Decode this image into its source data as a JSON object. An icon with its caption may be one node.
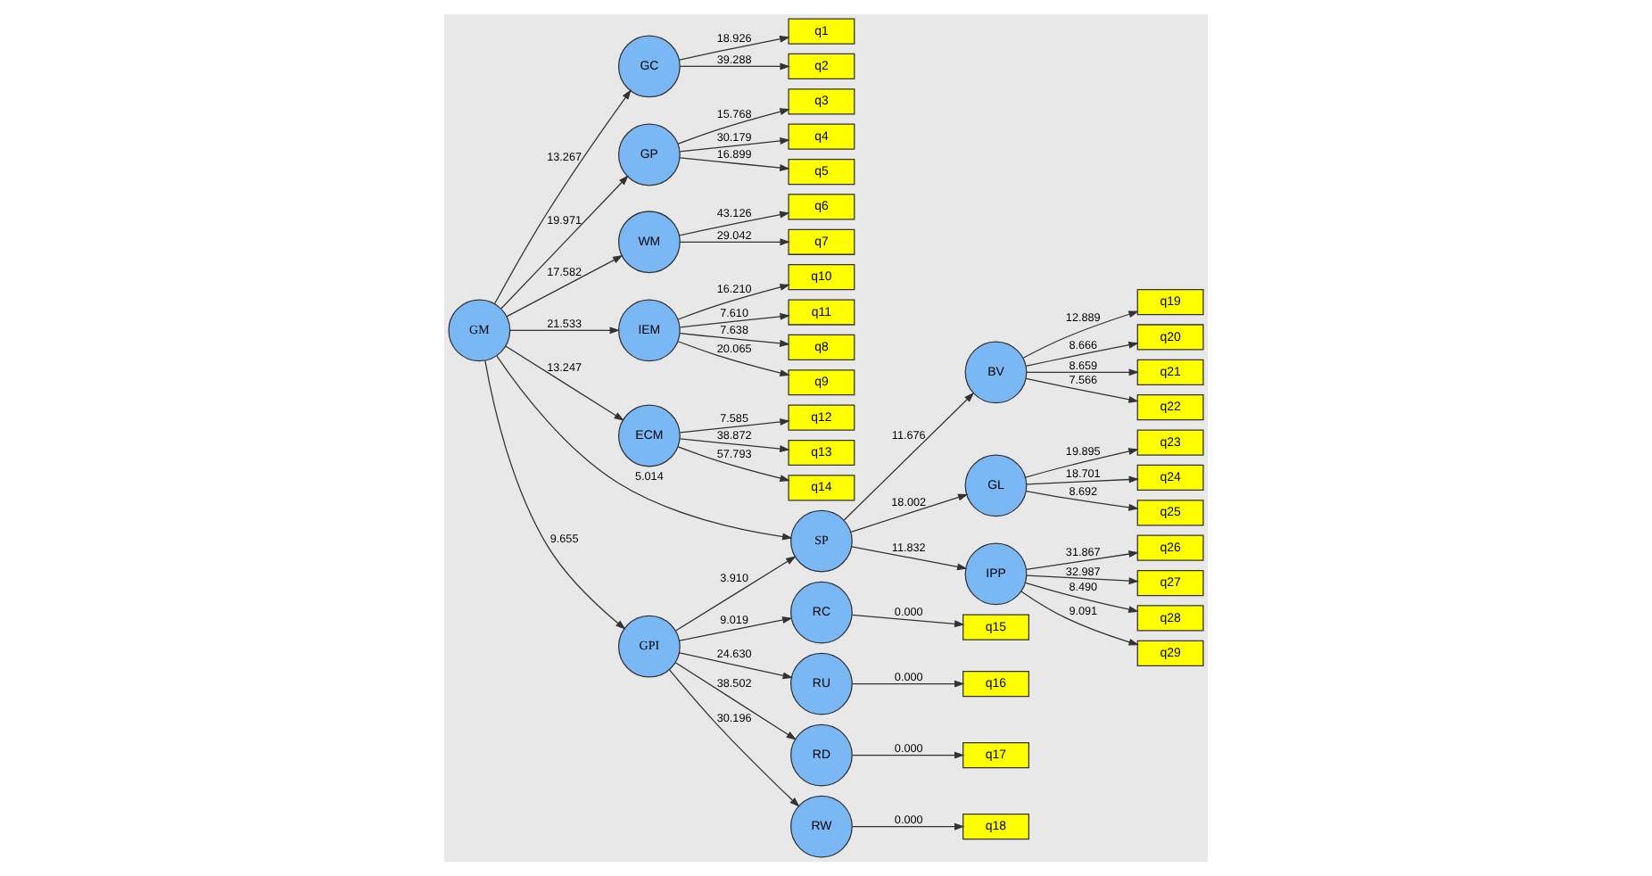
{
  "diagram": {
    "nodes": [
      {
        "text": [
          "GM"
        ]
      },
      {
        "text": [
          "GC"
        ]
      },
      {
        "text": [
          "GP"
        ]
      },
      {
        "text": [
          "WM"
        ]
      },
      {
        "text": [
          "IEM"
        ]
      },
      {
        "text": [
          "ECM"
        ]
      },
      {
        "text": [
          "SP"
        ]
      },
      {
        "text": [
          "BV"
        ]
      },
      {
        "text": [
          "GL"
        ]
      },
      {
        "text": [
          "IPP"
        ]
      },
      {
        "text": [
          "GPI"
        ]
      },
      {
        "text": [
          "RC"
        ]
      },
      {
        "text": [
          "RU"
        ]
      },
      {
        "text": [
          "RD"
        ]
      },
      {
        "text": [
          "RW"
        ]
      },
      {
        "text": [
          "q1"
        ]
      },
      {
        "text": [
          "q2"
        ]
      },
      {
        "text": [
          "q3"
        ]
      },
      {
        "text": [
          "q4"
        ]
      },
      {
        "text": [
          "q5"
        ]
      },
      {
        "text": [
          "q6"
        ]
      },
      {
        "text": [
          "q7"
        ]
      },
      {
        "text": [
          "q10"
        ]
      },
      {
        "text": [
          "q11"
        ]
      },
      {
        "text": [
          "q8"
        ]
      },
      {
        "text": [
          "q9"
        ]
      },
      {
        "text": [
          "q12"
        ]
      },
      {
        "text": [
          "q13"
        ]
      },
      {
        "text": [
          "q14"
        ]
      },
      {
        "text": [
          "q15"
        ]
      },
      {
        "text": [
          "q16"
        ]
      },
      {
        "text": [
          "q17"
        ]
      },
      {
        "text": [
          "q18"
        ]
      },
      {
        "text": [
          "q19"
        ]
      },
      {
        "text": [
          "q20"
        ]
      },
      {
        "text": [
          "q21"
        ]
      },
      {
        "text": [
          "q22"
        ]
      },
      {
        "text": [
          "q23"
        ]
      },
      {
        "text": [
          "q24"
        ]
      },
      {
        "text": [
          "q25"
        ]
      },
      {
        "text": [
          "q26"
        ]
      },
      {
        "text": [
          "q27"
        ]
      },
      {
        "text": [
          "q28"
        ]
      },
      {
        "text": [
          "q29"
        ]
      }
    ],
    "edges": [
      {
        "from": 0,
        "to": 1,
        "arrow": "to",
        "label": "13.267"
      },
      {
        "from": 0,
        "to": 2,
        "arrow": "to",
        "label": "19.971"
      },
      {
        "from": 0,
        "to": 3,
        "arrow": "to",
        "label": "17.582"
      },
      {
        "from": 0,
        "to": 4,
        "arrow": "to",
        "label": "21.533"
      },
      {
        "from": 0,
        "to": 5,
        "arrow": "to",
        "label": "13.247"
      },
      {
        "from": 0,
        "to": 6,
        "arrow": "to",
        "label": "5.014"
      },
      {
        "from": 0,
        "to": 10,
        "arrow": "to",
        "label": "9.655"
      },
      {
        "from": 10,
        "to": 6,
        "arrow": "to",
        "label": "3.910"
      },
      {
        "from": 6,
        "to": 7,
        "arrow": "to",
        "label": "11.676"
      },
      {
        "from": 6,
        "to": 8,
        "arrow": "to",
        "label": "18.002"
      },
      {
        "from": 6,
        "to": 9,
        "arrow": "to",
        "label": "11.832"
      },
      {
        "from": 10,
        "to": 11,
        "arrow": "to",
        "label": "9.019"
      },
      {
        "from": 10,
        "to": 12,
        "arrow": "to",
        "label": "24.630"
      },
      {
        "from": 10,
        "to": 13,
        "arrow": "to",
        "label": "38.502"
      },
      {
        "from": 10,
        "to": 14,
        "arrow": "to",
        "label": "30.196"
      },
      {
        "from": 1,
        "to": 15,
        "arrow": "to",
        "label": "18.926"
      },
      {
        "from": 1,
        "to": 16,
        "arrow": "to",
        "label": "39.288"
      },
      {
        "from": 2,
        "to": 17,
        "arrow": "to",
        "label": "15.768"
      },
      {
        "from": 2,
        "to": 18,
        "arrow": "to",
        "label": "30.179"
      },
      {
        "from": 2,
        "to": 19,
        "arrow": "to",
        "label": "16.899"
      },
      {
        "from": 3,
        "to": 20,
        "arrow": "to",
        "label": "43.126"
      },
      {
        "from": 3,
        "to": 21,
        "arrow": "to",
        "label": "29.042"
      },
      {
        "from": 4,
        "to": 22,
        "arrow": "to",
        "label": "16.210"
      },
      {
        "from": 4,
        "to": 23,
        "arrow": "to",
        "label": "7.610"
      },
      {
        "from": 4,
        "to": 24,
        "arrow": "to",
        "label": "7.638"
      },
      {
        "from": 4,
        "to": 25,
        "arrow": "to",
        "label": "20.065"
      },
      {
        "from": 5,
        "to": 26,
        "arrow": "to",
        "label": "7.585"
      },
      {
        "from": 5,
        "to": 27,
        "arrow": "to",
        "label": "38.872"
      },
      {
        "from": 5,
        "to": 28,
        "arrow": "to",
        "label": "57.793"
      },
      {
        "from": 11,
        "to": 29,
        "arrow": "to",
        "label": "0.000"
      },
      {
        "from": 12,
        "to": 30,
        "arrow": "to",
        "label": "0.000"
      },
      {
        "from": 13,
        "to": 31,
        "arrow": "to",
        "label": "0.000"
      },
      {
        "from": 14,
        "to": 32,
        "arrow": "to",
        "label": "0.000"
      },
      {
        "from": 7,
        "to": 33,
        "arrow": "to",
        "label": "12.889"
      },
      {
        "from": 7,
        "to": 34,
        "arrow": "to",
        "label": "8.666"
      },
      {
        "from": 7,
        "to": 35,
        "arrow": "to",
        "label": "8.659"
      },
      {
        "from": 7,
        "to": 36,
        "arrow": "to",
        "label": "7.566"
      },
      {
        "from": 8,
        "to": 37,
        "arrow": "to",
        "label": "19.895"
      },
      {
        "from": 8,
        "to": 38,
        "arrow": "to",
        "label": "18.701"
      },
      {
        "from": 8,
        "to": 39,
        "arrow": "to",
        "label": "8.692"
      },
      {
        "from": 9,
        "to": 40,
        "arrow": "to",
        "label": "31.867"
      },
      {
        "from": 9,
        "to": 41,
        "arrow": "to",
        "label": "32.987"
      },
      {
        "from": 9,
        "to": 42,
        "arrow": "to",
        "label": "8.490"
      },
      {
        "from": 9,
        "to": 43,
        "arrow": "to",
        "label": "9.091"
      }
    ]
  }
}
